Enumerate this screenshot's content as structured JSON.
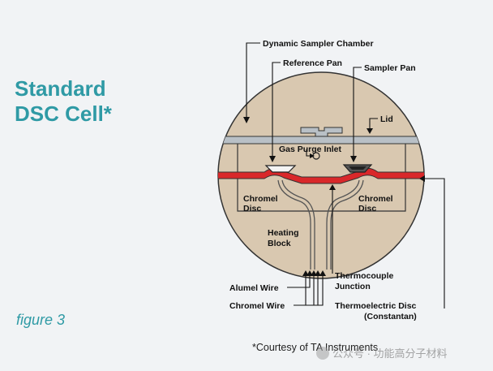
{
  "title": {
    "line1": "Standard",
    "line2": "DSC Cell*"
  },
  "figure_label": "figure 3",
  "courtesy": "*Courtesy of TA Instruments",
  "watermark": "公众号 · 功能高分子材料",
  "labels": {
    "dynamic_sampler_chamber": "Dynamic Sampler Chamber",
    "reference_pan": "Reference Pan",
    "sampler_pan": "Sampler Pan",
    "lid": "Lid",
    "gas_purge_inlet": "Gas Purge Inlet",
    "chromel_disc_left_1": "Chromel",
    "chromel_disc_left_2": "Disc",
    "chromel_disc_right_1": "Chromel",
    "chromel_disc_right_2": "Disc",
    "heating_block_1": "Heating",
    "heating_block_2": "Block",
    "thermocouple_junction_1": "Thermocouple",
    "thermocouple_junction_2": "Junction",
    "alumel_wire": "Alumel Wire",
    "chromel_wire": "Chromel Wire",
    "thermoelectric_disc_1": "Thermoelectric Disc",
    "thermoelectric_disc_2": "(Constantan)"
  },
  "colors": {
    "accent": "#2f9aa5",
    "cell_fill": "#d9c8b0",
    "disc_red": "#d9282a",
    "lid_gray": "#b9c0c6"
  }
}
